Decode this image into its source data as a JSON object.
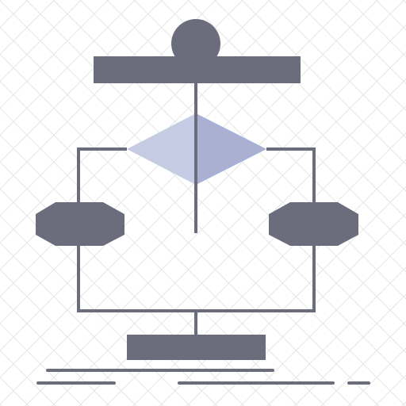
{
  "icon": {
    "name": "flowchart-icon",
    "colors": {
      "primary": "#6b6d7d",
      "accent": "#c5cbe3",
      "accent_shade": "#a9b0d2",
      "background_pattern": "#e6e6e6"
    },
    "shapes": [
      "start-circle",
      "top-process-bar",
      "decision-diamond",
      "left-hexagon",
      "right-hexagon",
      "bottom-process-bar"
    ],
    "has_watermark_pattern": true
  }
}
